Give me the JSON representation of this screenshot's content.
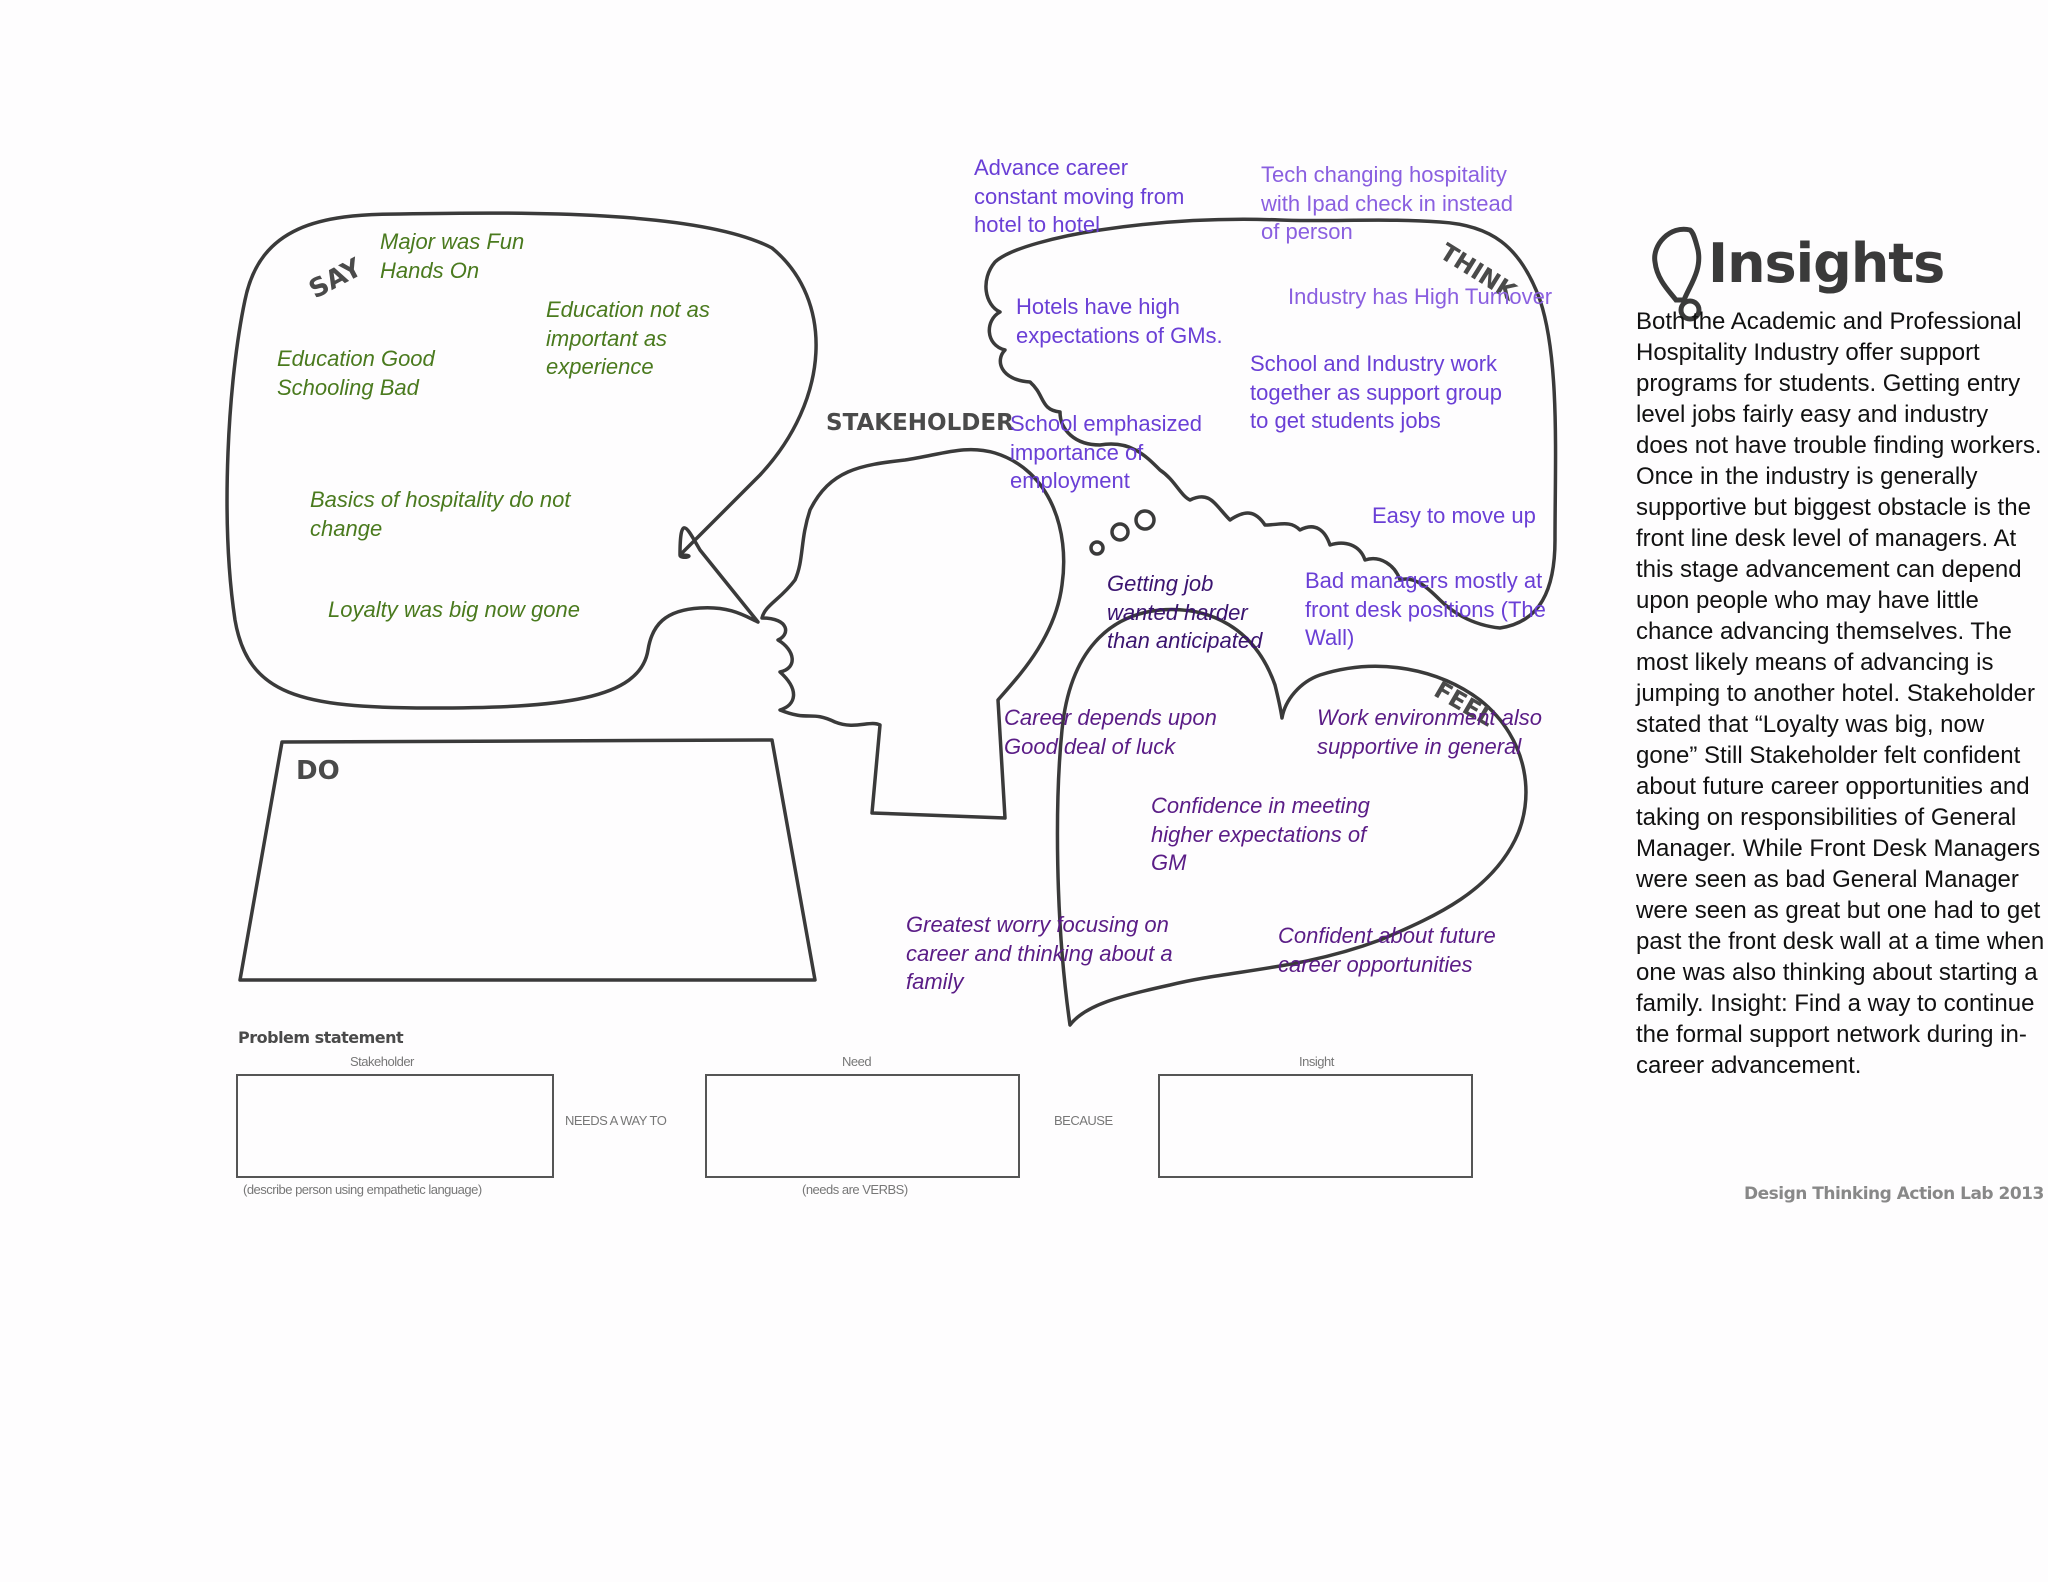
{
  "labels": {
    "say": "SAY",
    "think": "THINK",
    "feel": "FEEL",
    "do": "DO",
    "stakeholder": "STAKEHOLDER",
    "insights_title": "Insights"
  },
  "say_notes": [
    "Major was Fun\nHands On",
    "Education not as\nimportant as\nexperience",
    "Education Good\nSchooling Bad",
    "Basics of hospitality do not\nchange",
    "Loyalty was big now gone"
  ],
  "think_notes": [
    "Advance career\nconstant moving from\nhotel to hotel",
    "Tech changing hospitality\nwith Ipad check in instead\nof person",
    "Hotels have high\nexpectations of GMs.",
    "Industry has High Turnover",
    "School and Industry work\ntogether as support group\nto get students jobs",
    "School emphasized\nimportance of\nemployment",
    "Easy to move up"
  ],
  "feel_notes": [
    "Getting job\nwanted harder\nthan anticipated",
    "Bad managers mostly at\nfront desk positions (The\nWall)",
    "Career depends upon\nGood deal of luck",
    "Work environment also\nsupportive in general",
    "Confidence in meeting\nhigher expectations of\nGM",
    "Greatest worry focusing on\ncareer and thinking about a\nfamily",
    "Confident about future\ncareer opportunities"
  ],
  "problem_statement": {
    "title": "Problem statement",
    "stakeholder_label": "Stakeholder",
    "need_label": "Need",
    "insight_label": "Insight",
    "connector_1": "NEEDS A WAY TO",
    "connector_2": "BECAUSE",
    "stakeholder_hint": "(describe person using empathetic language)",
    "need_hint": "(needs are VERBS)"
  },
  "insights_text": "Both the Academic and Professional Hospitality Industry offer support programs for students. Getting entry level jobs fairly easy and industry does not have trouble finding workers.  Once in the industry is generally supportive but biggest obstacle is the front line desk level of managers. At this stage advancement can depend upon people who may have little chance advancing themselves. The most likely means of advancing is jumping to another hotel. Stakeholder stated that “Loyalty was big, now gone” Still Stakeholder felt confident about future career opportunities and taking on responsibilities of General Manager.  While Front Desk Managers were seen as bad General Manager were seen as great but one had to get past the front desk wall at a time when one was also thinking about starting a family.  Insight:  Find a way to continue the formal support network during in-career advancement.",
  "footer_credit": "Design Thinking Action Lab 2013",
  "colors": {
    "say_text": "#4a7a1e",
    "think_text": "#6a3fd6",
    "feel_text": "#5a1c86",
    "outline": "#3a3a3a"
  }
}
